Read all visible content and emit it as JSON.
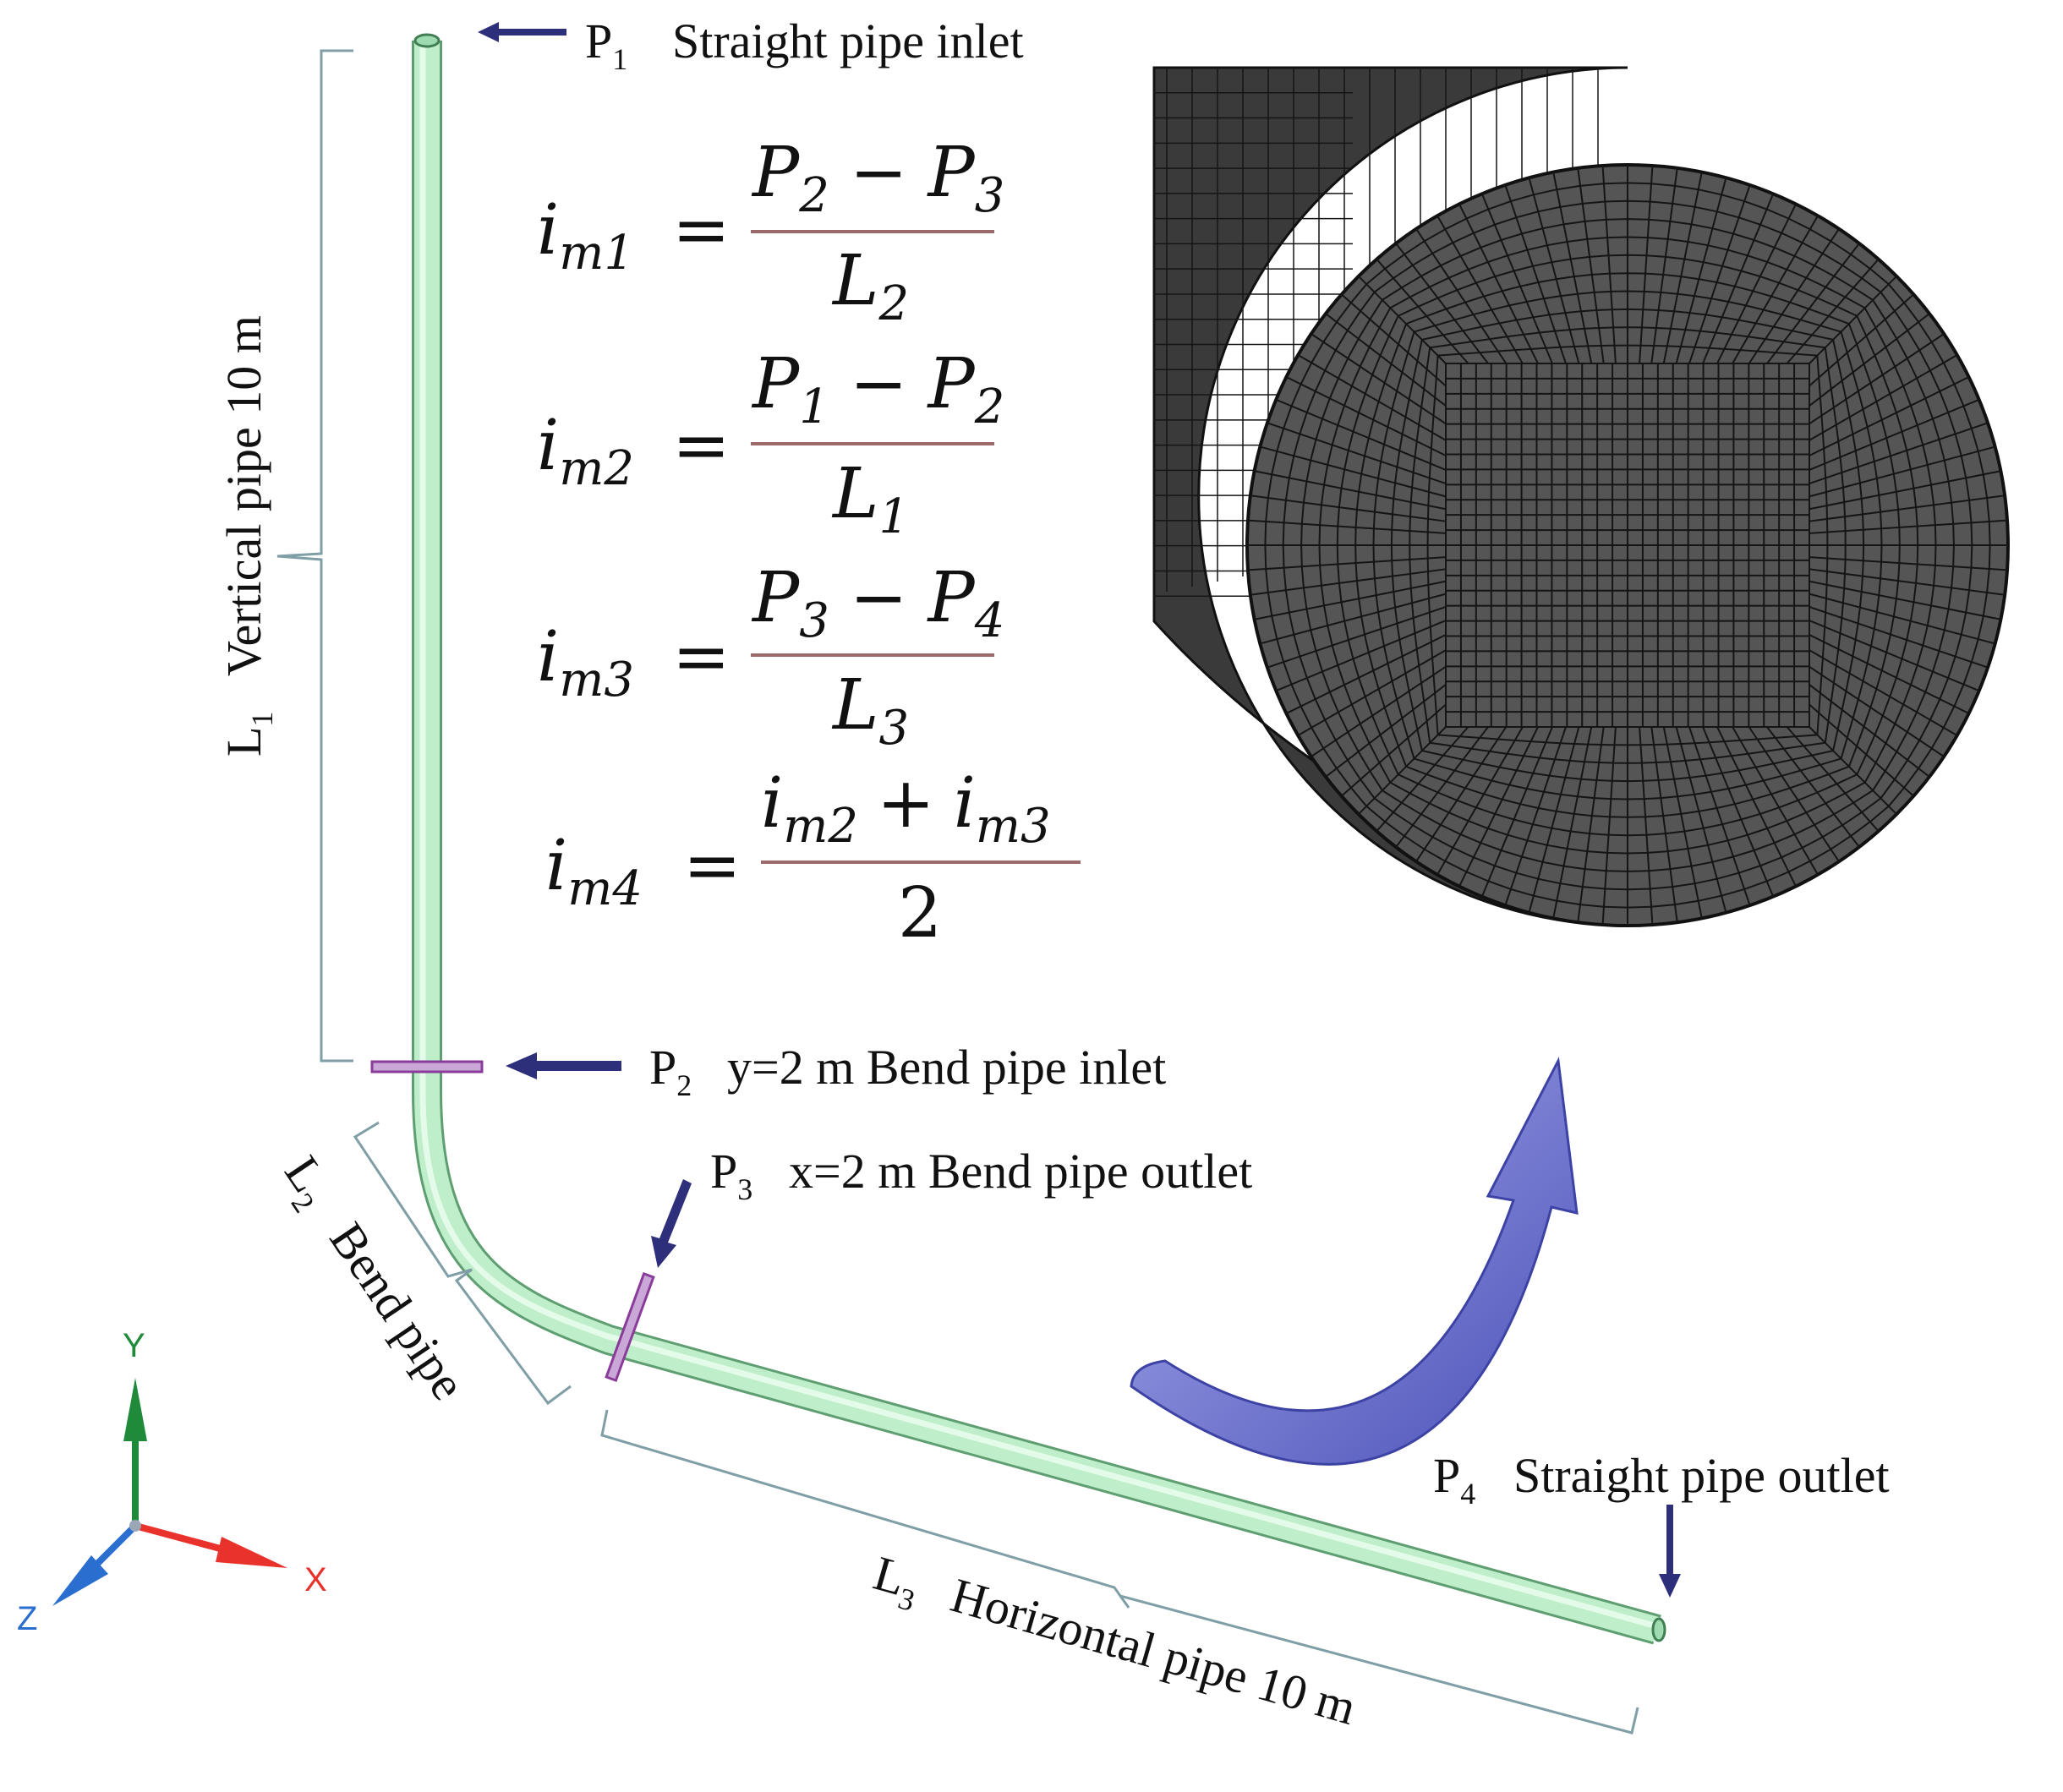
{
  "labels": {
    "p1": {
      "sym": "P",
      "sub": "1",
      "text": "Straight pipe inlet"
    },
    "p2": {
      "sym": "P",
      "sub": "2",
      "text": "y=2 m Bend pipe inlet"
    },
    "p3": {
      "sym": "P",
      "sub": "3",
      "text": "x=2 m Bend pipe outlet"
    },
    "p4": {
      "sym": "P",
      "sub": "4",
      "text": "Straight pipe outlet"
    },
    "l1": {
      "sym": "L",
      "sub": "1",
      "text": "Vertical pipe 10 m"
    },
    "l2": {
      "sym": "L",
      "sub": "2",
      "text": "Bend pipe"
    },
    "l3": {
      "sym": "L",
      "sub": "3",
      "text": "Horizontal pipe 10 m"
    }
  },
  "formulas": {
    "f1": {
      "lhs_base": "i",
      "lhs_sub": "m1",
      "eq": "=",
      "num_a": "P",
      "num_a_sub": "2",
      "op": "−",
      "num_b": "P",
      "num_b_sub": "3",
      "den": "L",
      "den_sub": "2"
    },
    "f2": {
      "lhs_base": "i",
      "lhs_sub": "m2",
      "eq": "=",
      "num_a": "P",
      "num_a_sub": "1",
      "op": "−",
      "num_b": "P",
      "num_b_sub": "2",
      "den": "L",
      "den_sub": "1"
    },
    "f3": {
      "lhs_base": "i",
      "lhs_sub": "m3",
      "eq": "=",
      "num_a": "P",
      "num_a_sub": "3",
      "op": "−",
      "num_b": "P",
      "num_b_sub": "4",
      "den": "L",
      "den_sub": "3"
    },
    "f4": {
      "lhs_base": "i",
      "lhs_sub": "m4",
      "eq": "=",
      "num_a": "i",
      "num_a_sub": "m2",
      "op": "+",
      "num_b": "i",
      "num_b_sub": "m3",
      "den": "2",
      "den_sub": ""
    }
  },
  "axes": {
    "x": "X",
    "y": "Y",
    "z": "Z"
  },
  "colors": {
    "pipe": "#b9ecc6",
    "pipe_edge": "#6fae80",
    "arrow": "#2e2f7a",
    "section_marker": "#9a4aa8",
    "bracket": "#7f9ea6",
    "mesh_face": "#505050",
    "mesh_line": "#111111",
    "curved_arrow": "#6f74cc",
    "fraction_line": "#9b6a6a",
    "axis_x": "#e8322b",
    "axis_y": "#1f8a3a",
    "axis_z": "#2a6fd0"
  }
}
